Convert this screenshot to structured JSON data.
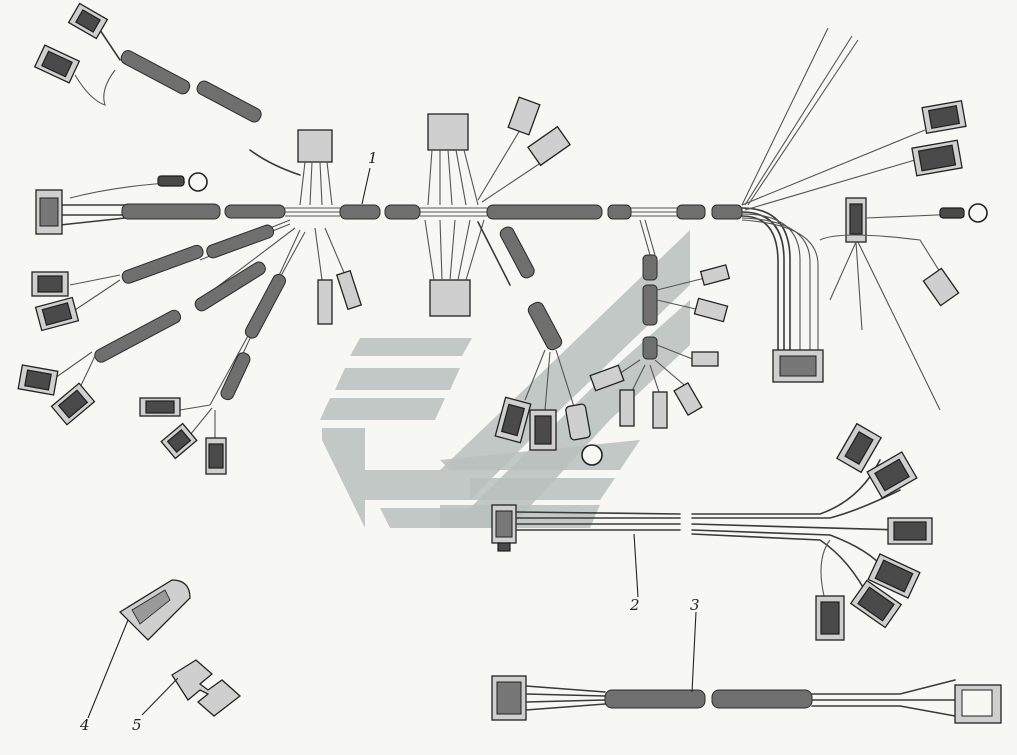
{
  "callouts": [
    {
      "id": "1",
      "label": "1"
    },
    {
      "id": "2",
      "label": "2"
    },
    {
      "id": "3",
      "label": "3"
    },
    {
      "id": "4",
      "label": "4"
    },
    {
      "id": "5",
      "label": "5"
    }
  ],
  "colors": {
    "line": "#222222",
    "sheath": "#6f6f6f",
    "watermark": "#b9bfbd",
    "background": "#f7f7f4"
  },
  "icons": [
    "watermark-logo",
    "connector-icon",
    "ring-terminal-icon"
  ]
}
